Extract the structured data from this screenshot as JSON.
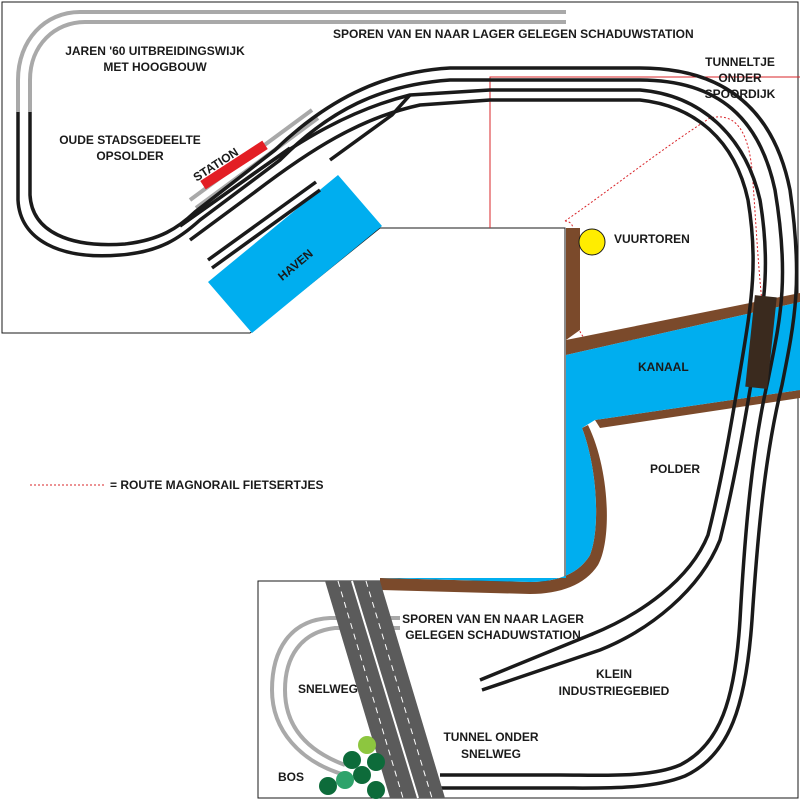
{
  "labels": {
    "shadow_station_top": "SPOREN VAN EN NAAR LAGER GELEGEN SCHADUWSTATION",
    "district_line1": "JAREN '60 UITBREIDINGSWIJK",
    "district_line2": "MET HOOGBOUW",
    "old_town_line1": "OUDE STADSGEDEELTE",
    "old_town_line2": "OPSOLDER",
    "station": "STATION",
    "harbor": "HAVEN",
    "tunnel_dike_line1": "TUNNELTJE",
    "tunnel_dike_line2": "ONDER",
    "tunnel_dike_line3": "SPOORDIJK",
    "lighthouse": "VUURTOREN",
    "canal": "KANAAL",
    "polder": "POLDER",
    "legend": "= ROUTE MAGNORAIL FIETSERTJES",
    "shadow_station_bottom_line1": "SPOREN VAN EN NAAR LAGER",
    "shadow_station_bottom_line2": "GELEGEN SCHADUWSTATION",
    "industry_line1": "KLEIN",
    "industry_line2": "INDUSTRIEGEBIED",
    "highway": "SNELWEG",
    "tunnel_highway_line1": "TUNNEL ONDER",
    "tunnel_highway_line2": "SNELWEG",
    "forest": "BOS"
  },
  "colors": {
    "track": "#1a1a1a",
    "grey_track": "#a9a9a9",
    "water": "#00aeef",
    "earth": "#7b4a2b",
    "station": "#e31e24",
    "lighthouse": "#ffed00",
    "magnorail": "#d9252a",
    "road": "#5b5b5b",
    "tree_dark": "#0d6b3a",
    "tree_mid": "#2ea36b",
    "tree_light": "#8dc63f"
  }
}
